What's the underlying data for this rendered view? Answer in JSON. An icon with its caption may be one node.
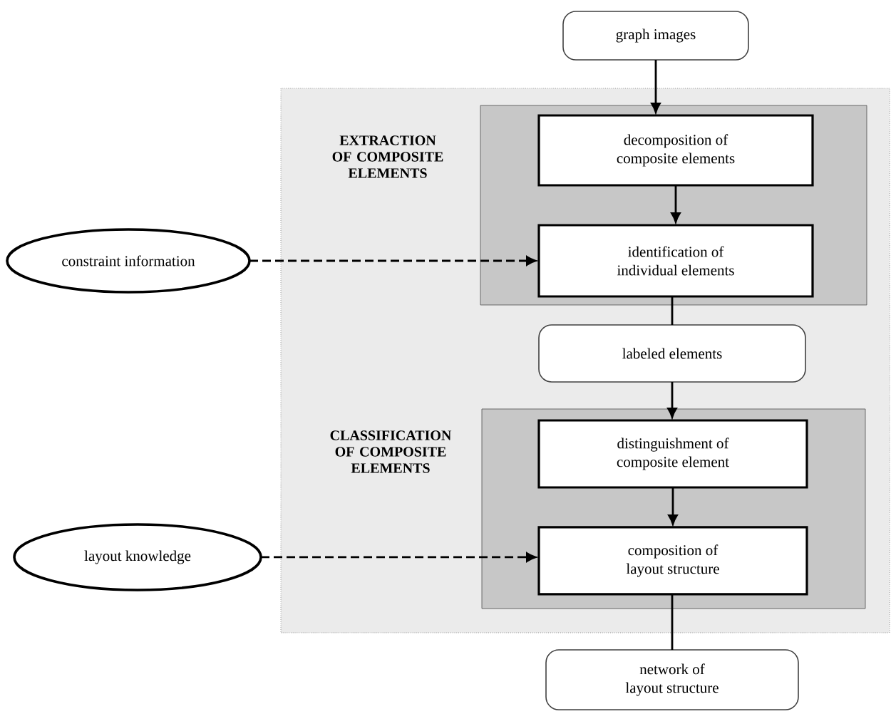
{
  "diagram": {
    "nodes": [
      {
        "text": [
          "graph images"
        ]
      },
      {
        "text": [],
        "shape": "box"
      },
      {
        "text": [
          "EXTRACTION OF COMPOSITE ELEMENTS"
        ],
        "in": 1
      },
      {
        "text": [
          "decomposition of composite elements"
        ],
        "in": 2
      },
      {
        "text": [
          "identification of individual elements"
        ],
        "in": 2
      },
      {
        "text": [
          "constraint information"
        ]
      },
      {
        "text": [
          "labeled elements"
        ],
        "in": 1
      },
      {
        "text": [
          "CLASSIFICATION OF COMPOSITE ELEMENTS"
        ],
        "in": 1
      },
      {
        "text": [
          "distinguishment of composite element"
        ],
        "in": 7
      },
      {
        "text": [
          "composition of layout structure"
        ],
        "in": 7
      },
      {
        "text": [
          "layout knowledge"
        ]
      },
      {
        "text": [
          "network of layout structure"
        ]
      }
    ],
    "edges": [
      {
        "from": 0,
        "to": 3,
        "arrow": "to"
      },
      {
        "from": 3,
        "to": 4,
        "arrow": "to"
      },
      {
        "from": 5,
        "to": 4,
        "arrow": "to",
        "style": "dashed"
      },
      {
        "from": 4,
        "to": 6,
        "arrow": "none"
      },
      {
        "from": 6,
        "to": 8,
        "arrow": "to"
      },
      {
        "from": 8,
        "to": 9,
        "arrow": "to"
      },
      {
        "from": 10,
        "to": 9,
        "arrow": "to",
        "style": "dashed"
      },
      {
        "from": 9,
        "to": 11,
        "arrow": "none"
      }
    ]
  }
}
